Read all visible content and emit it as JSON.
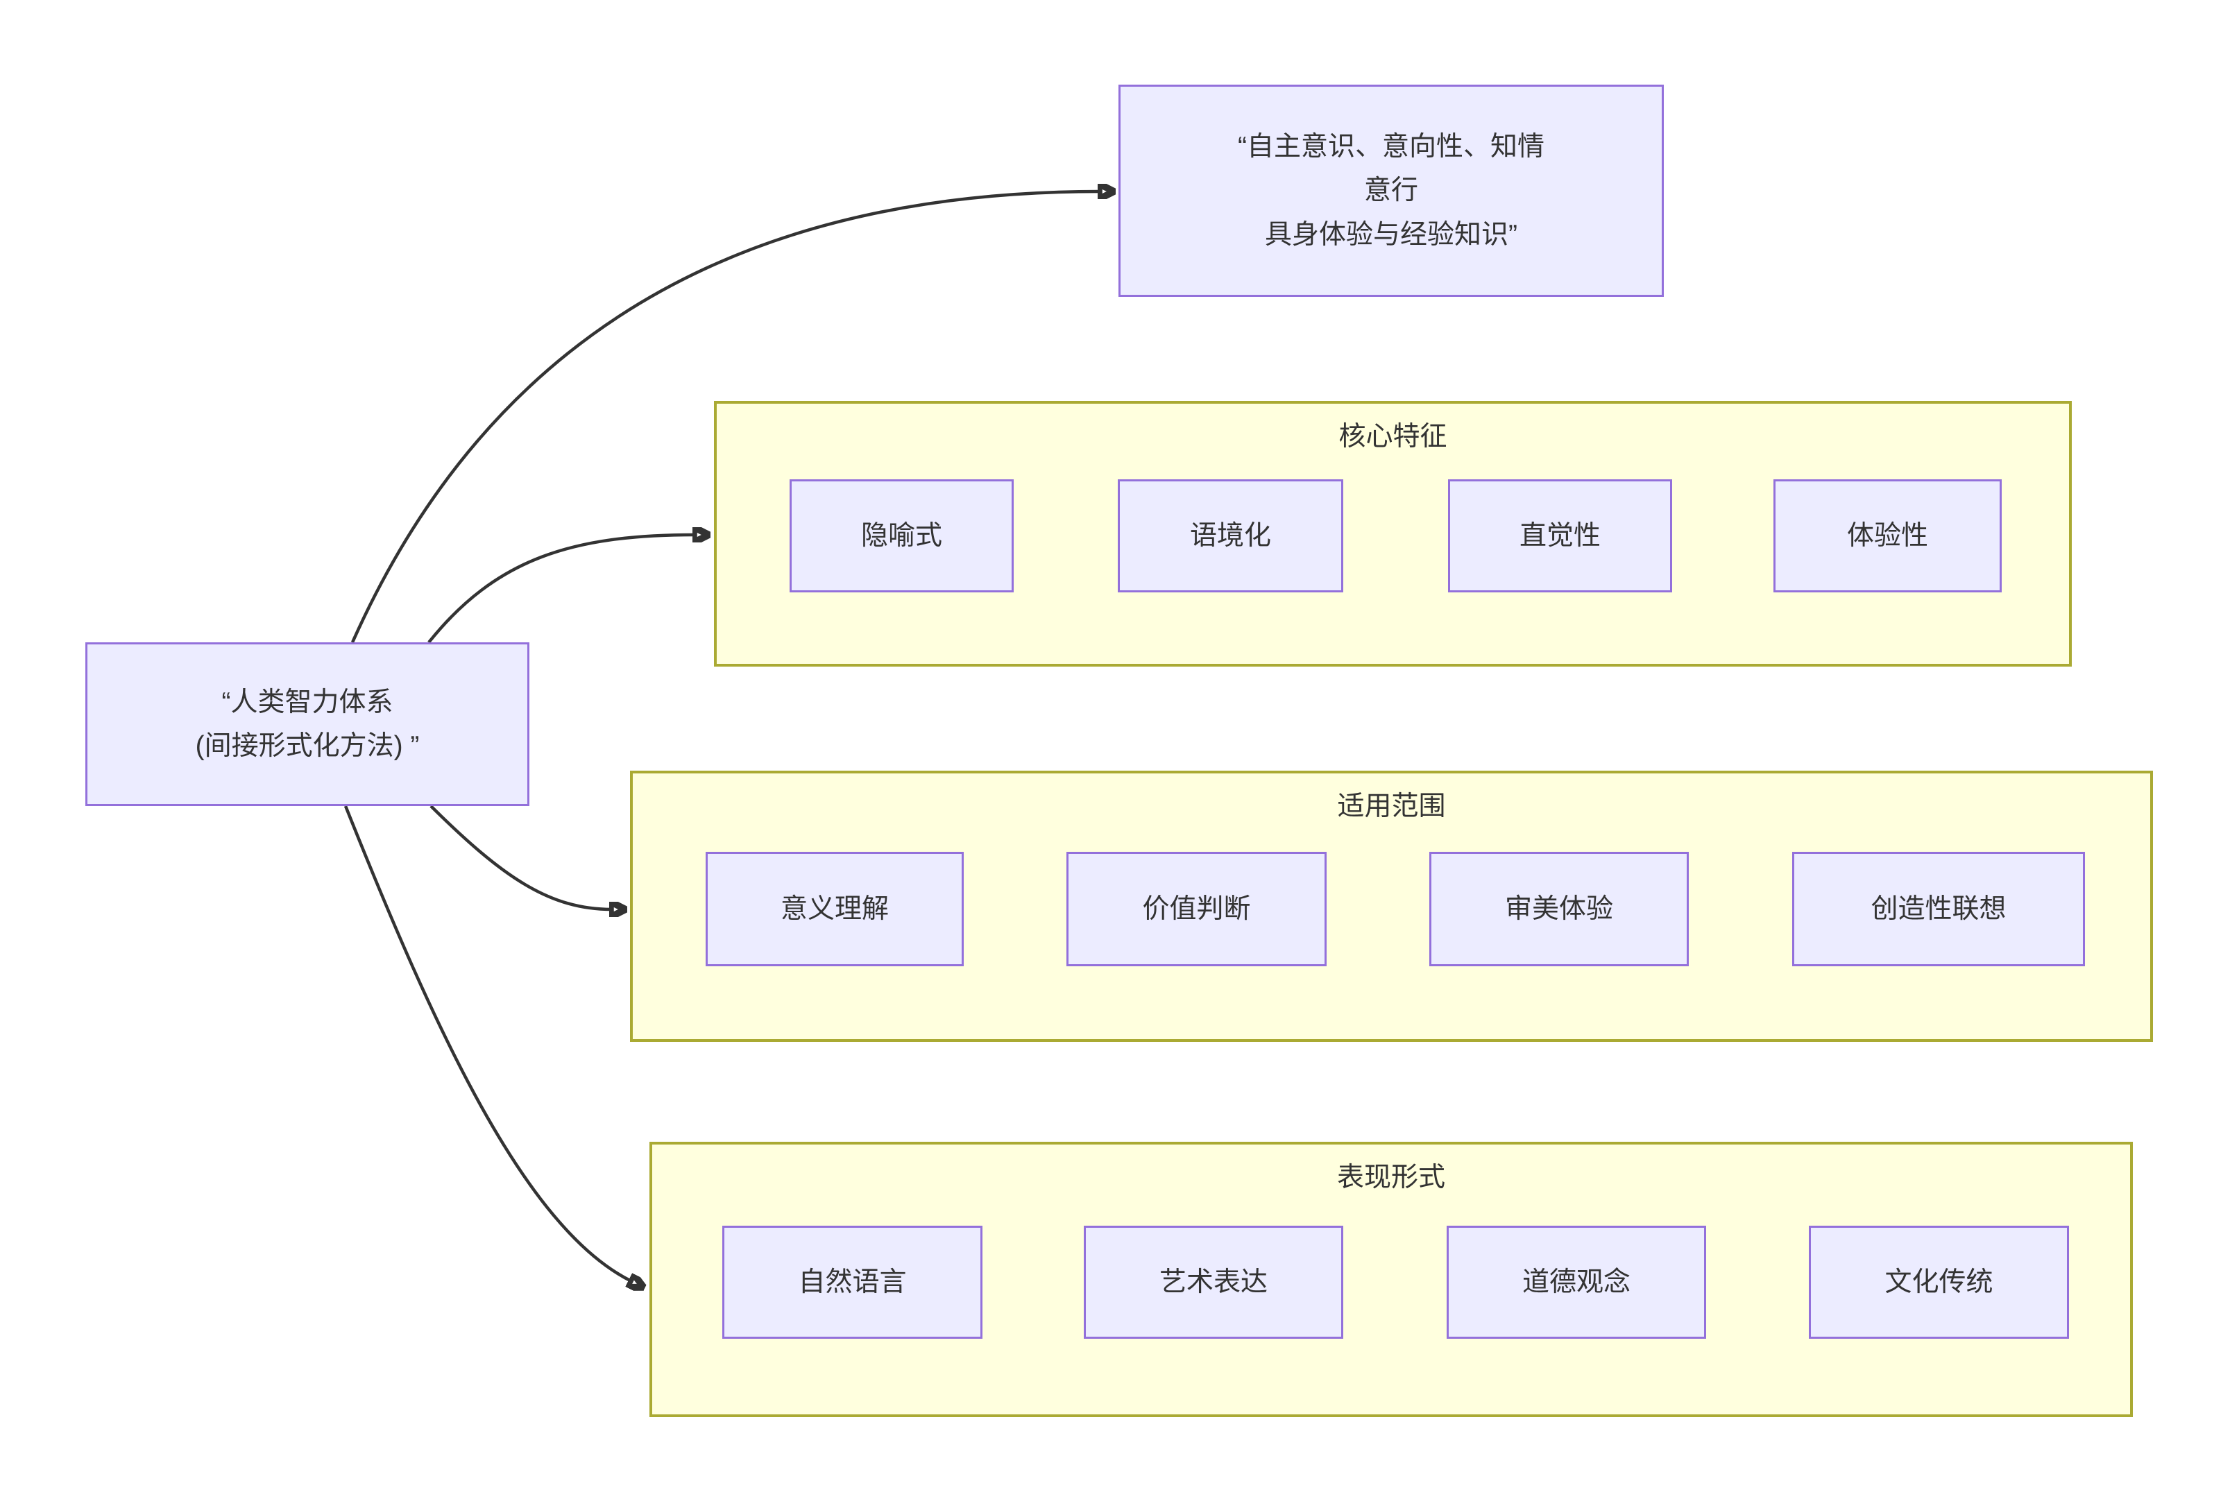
{
  "root_node": {
    "lines": [
      "“人类智力体系",
      "(间接形式化方法) ”"
    ]
  },
  "quote_node": {
    "lines": [
      "“自主意识、意向性、知情",
      "意行",
      "具身体验与经验知识”"
    ]
  },
  "groups": [
    {
      "title": "核心特征",
      "items": [
        {
          "label": "隐喻式"
        },
        {
          "label": "语境化"
        },
        {
          "label": "直觉性"
        },
        {
          "label": "体验性"
        }
      ]
    },
    {
      "title": "适用范围",
      "items": [
        {
          "label": "意义理解"
        },
        {
          "label": "价值判断"
        },
        {
          "label": "审美体验"
        },
        {
          "label": "创造性联想"
        }
      ]
    },
    {
      "title": "表现形式",
      "items": [
        {
          "label": "自然语言"
        },
        {
          "label": "艺术表达"
        },
        {
          "label": "道德观念"
        },
        {
          "label": "文化传统"
        }
      ]
    }
  ],
  "colors": {
    "node_fill": "#ECECFF",
    "node_border": "#9370DB",
    "group_fill": "#FFFFDE",
    "group_border": "#AAAA33",
    "edge_color": "#333333",
    "text_color": "#333333",
    "page_bg": "#FFFFFF"
  }
}
